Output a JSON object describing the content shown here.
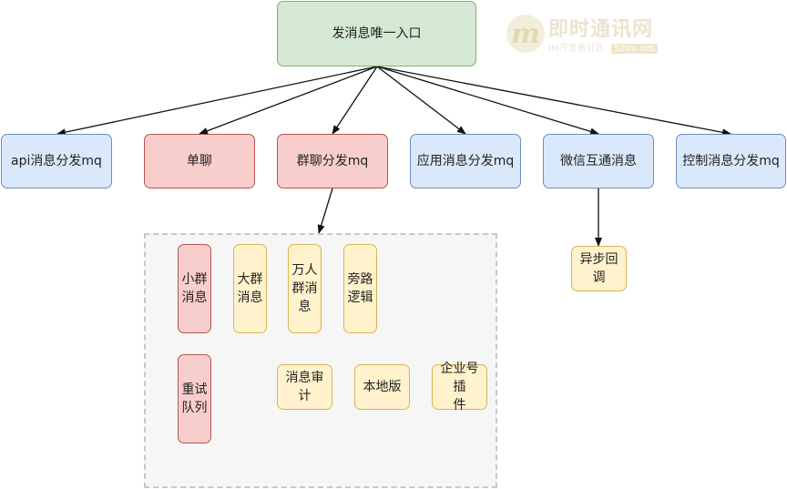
{
  "logo": {
    "mark": "m",
    "title": "即时通讯网",
    "subtitle": "IM开发者社区",
    "url": "52im.net"
  },
  "root": {
    "label": "发消息唯一入口"
  },
  "level1": {
    "api_mq": "api消息分发mq",
    "single_chat": "单聊",
    "group_mq": "群聊分发mq",
    "app_mq": "应用消息分发mq",
    "wechat": "微信互通消息",
    "control_mq": "控制消息分发mq"
  },
  "wechat_child": "异步回调",
  "group": {
    "small_group": [
      "小群",
      "消息"
    ],
    "large_group": [
      "大群",
      "消息"
    ],
    "huge_group": [
      "万人",
      "群消",
      "息"
    ],
    "bypass": [
      "旁路",
      "逻辑"
    ],
    "retry_queue": [
      "重试",
      "队列"
    ],
    "audit": "消息审计",
    "local": "本地版",
    "enterprise_plugin": [
      "企业号插",
      "件"
    ]
  }
}
